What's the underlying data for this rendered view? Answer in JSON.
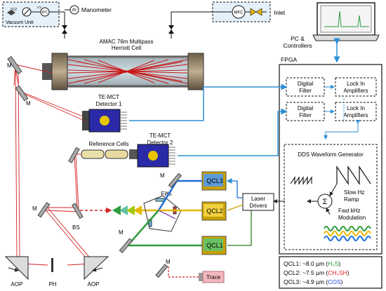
{
  "vacuum": {
    "title": "Vacuum Unit",
    "valve": "V12",
    "ipc": "IPC",
    "small_label": "CV"
  },
  "manometer": {
    "symbol": "PI",
    "label": "Manometer"
  },
  "inlet": {
    "mfc": "MFC",
    "label": "Inlet"
  },
  "cell": {
    "line1": "AMAC 76m Multipass",
    "line2": "Herriott Cell"
  },
  "pc": {
    "line1": "PC &",
    "line2": "Controllers"
  },
  "fpga": {
    "title": "FPGA",
    "filter_line1": "Digital",
    "filter_line2": "Filter",
    "lockin_line1": "Lock In",
    "lockin_line2": "Amplifiers",
    "dds_title": "DDS Waveform Generator",
    "slow_line1": "Slow Hz",
    "slow_line2": "Ramp",
    "sum_symbol": "Σ",
    "fast_line1": "Fast kHz",
    "fast_line2": "Modulation"
  },
  "detector1": {
    "line1": "TE-MCT",
    "line2": "Detector 1"
  },
  "detector2": {
    "line1": "TE-MCT",
    "line2": "Detector 2"
  },
  "reference": {
    "label": "Reference Cells"
  },
  "mirror_label": "M",
  "qcl": {
    "q1": "QCL1",
    "q2": "QCL2",
    "q3": "QCL3"
  },
  "filter_wheel": "Filt5",
  "laser_drivers": {
    "line1": "Laser",
    "line2": "Drivers"
  },
  "optics": {
    "bs": "BS",
    "aop": "AOP",
    "ph": "PH",
    "trace": "Trace"
  },
  "legend": {
    "rows": [
      {
        "prefix": "QCL1: ~8.0 µm (",
        "species": "H₂S",
        "suffix": ")",
        "color": "#2e9b3c"
      },
      {
        "prefix": "QCL2: ~7.5 µm (",
        "species": "CH₃SH",
        "suffix": ")",
        "color": "#e01b24"
      },
      {
        "prefix": "QCL3: ~4.9 µm (",
        "species": "COS",
        "suffix": ")",
        "color": "#1f3fd6"
      }
    ]
  },
  "colors": {
    "blue_link": "#2a8fd6",
    "red_beam": "#d42020",
    "qcl_green": "#2e9b3c",
    "qcl_yellow": "#e8b800",
    "qcl_blue": "#1f6fd6",
    "chip": "#c9a000",
    "detector": "#2a2aa8"
  }
}
